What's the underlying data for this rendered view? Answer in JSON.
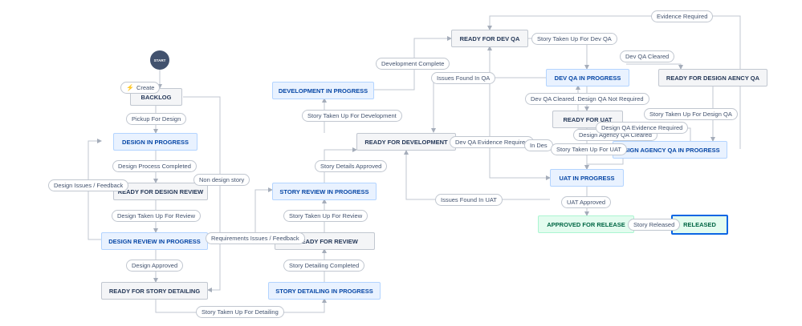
{
  "start": {
    "label": "START"
  },
  "create": {
    "icon": "lightning-icon",
    "label": "Create"
  },
  "statuses": {
    "backlog": "BACKLOG",
    "design_in_progress": "DESIGN IN PROGRESS",
    "ready_for_design_review": "READY FOR DESIGN REVIEW",
    "design_review_in_progress": "DESIGN REVIEW IN PROGRESS",
    "ready_for_story_detailing": "READY FOR STORY DETAILING",
    "development_in_progress": "DEVELOPMENT IN PROGRESS",
    "ready_for_development": "READY FOR DEVELOPMENT",
    "story_review_in_progress": "STORY REVIEW IN PROGRESS",
    "story_ready_for_review": "Y READY FOR REVIEW",
    "story_detailing_in_progress": "STORY DETAILING IN PROGRESS",
    "ready_for_dev_qa": "READY FOR DEV QA",
    "dev_qa_in_progress": "DEV QA IN PROGRESS",
    "ready_for_design_aency_qa": "READY FOR DESIGN AENCY QA",
    "ready_for_uat": "READY FOR UAT",
    "design_agency_qa_in_progress": "ESIGN AGENCY QA IN PROGRESS",
    "uat_in_progress": "UAT IN PROGRESS",
    "approved_for_release": "APPROVED FOR RELEASE",
    "released": "RELEASED"
  },
  "transitions": {
    "pickup_for_design": "Pickup For Design",
    "design_process_completed": "Design Process Completed",
    "non_design_story": "Non design story",
    "design_issues_feedback": "Design Issues / Feedback",
    "design_taken_up_for_review": "Design Taken Up For Review",
    "requirements_issues_feedback": "Requirements Issues / Feedback",
    "design_approved": "Design Approved",
    "story_taken_up_for_detailing": "Story Taken Up For Detailing",
    "story_detailing_completed": "Story Detailing Completed",
    "story_taken_up_for_review": "Story Taken Up For Review",
    "story_details_approved": "Story Details Approved",
    "story_taken_up_for_development": "Story Taken Up For Development",
    "development_complete": "Development Complete",
    "issues_found_in_qa": "Issues Found In QA",
    "story_taken_up_for_dev_qa": "Story Taken Up For Dev QA",
    "evidence_required": "Evidence Required",
    "dev_qa_cleared": "Dev QA Cleared",
    "dev_qa_cleared_design_qa_not_required": "Dev QA Cleared. Design QA Not Required",
    "story_taken_up_for_design_qa": "Story Taken Up For Design QA",
    "design_qa_evidence_required": "Design QA Evidence Required",
    "design_agency_qa_cleared": "Design Agency QA Cleared",
    "dev_qa_evidence_required": "Dev QA Evidence Required",
    "in_des": "In Des",
    "story_taken_up_for_uat": "Story Taken Up For UAT",
    "issues_found_in_uat": "Issues Found In UAT",
    "uat_approved": "UAT Approved",
    "story_released": "Story Released"
  },
  "colors": {
    "edge": "#c1c7d0",
    "todo_fill": "#f4f5f7",
    "in_progress_fill": "#e9f2ff",
    "done_fill": "#e3fcef",
    "selected_border": "#0c66e4"
  }
}
